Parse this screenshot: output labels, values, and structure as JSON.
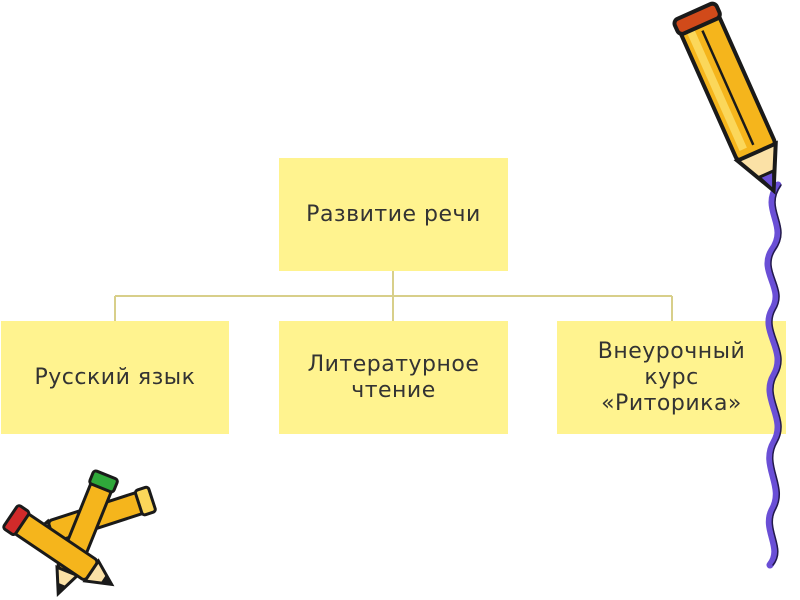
{
  "diagram": {
    "root": {
      "label": "Развитие речи"
    },
    "children": [
      {
        "label": "Русский язык"
      },
      {
        "label": "Литературное чтение"
      },
      {
        "label": "Внеурочный курс «Риторика»"
      }
    ]
  },
  "colors": {
    "box_fill": "#fff38f",
    "connector": "#d8cf8a",
    "text": "#333333",
    "pencil_body": "#f5b51c",
    "pencil_tip": "#6a4fd6",
    "wave_line": "#6a4fd6"
  },
  "decorations": {
    "top_right_icon": "pencil-icon",
    "bottom_left_icon": "crossed-pencils-icon",
    "right_edge_line": "wavy-line"
  }
}
